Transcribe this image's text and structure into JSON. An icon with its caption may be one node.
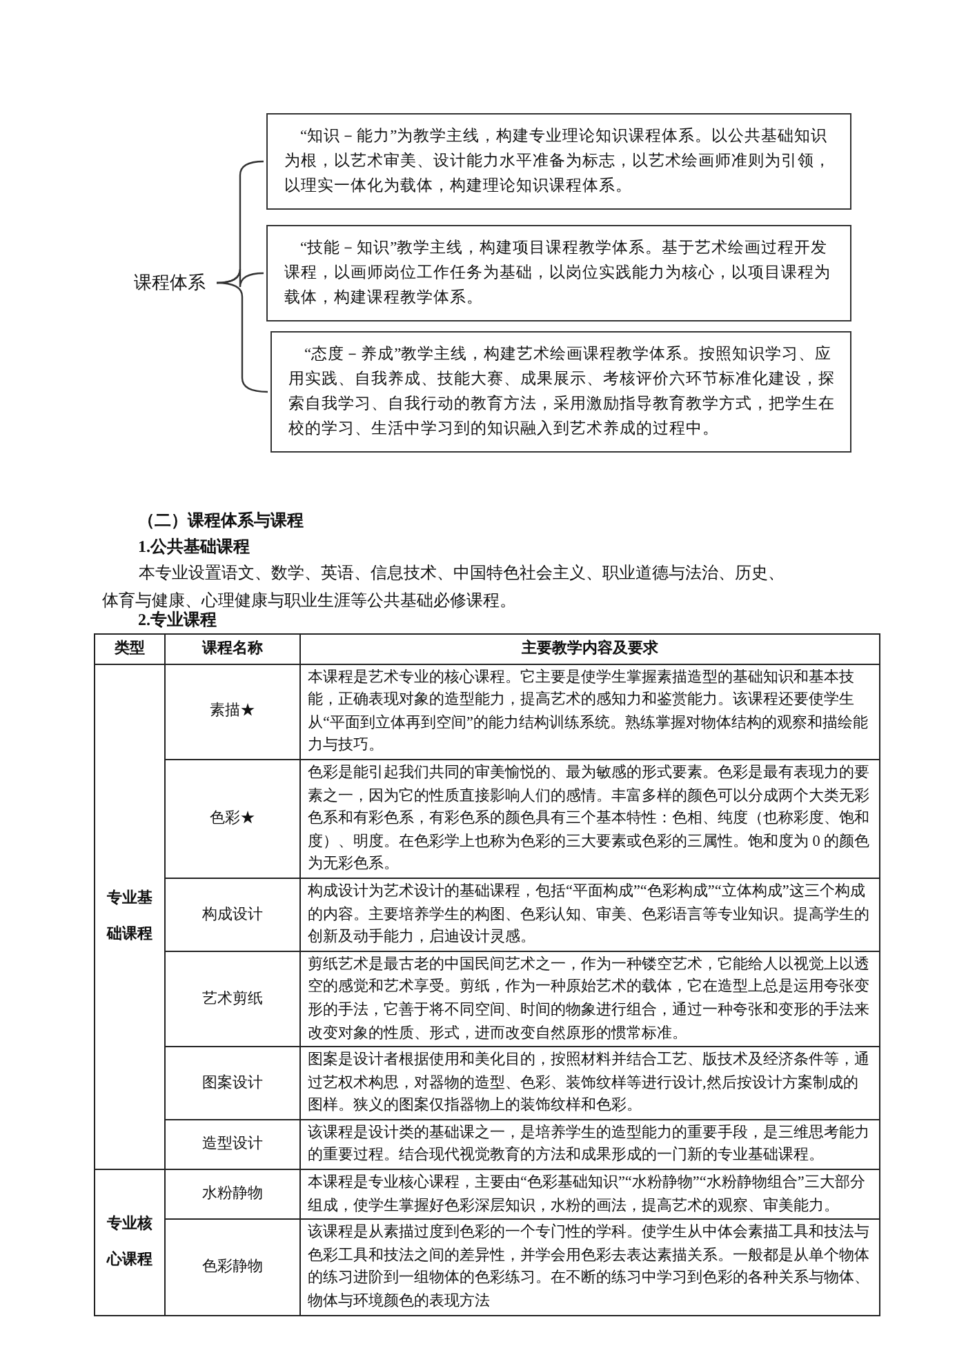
{
  "diagram": {
    "nodes": [
      {
        "text": [
          "课程体系"
        ]
      },
      {
        "text": [
          "“知识－能力”为教学主线，构建专业理论知识课程体系。以公共基础知识为根，以艺术审美、设计能力水平准备为标志，以艺术绘画师准则为引领，以理实一体化为载体，构建理论知识课程体系。"
        ]
      },
      {
        "text": [
          "“技能－知识”教学主线，构建项目课程教学体系。基于艺术绘画过程开发课程，以画师岗位工作任务为基础，以岗位实践能力为核心，以项目课程为载体，构建课程教学体系。"
        ]
      },
      {
        "text": [
          "“态度－养成”教学主线，构建艺术绘画课程教学体系。按照知识学习、应用实践、自我养成、技能大赛、成果展示、考核评价六环节标准化建设，探索自我学习、自我行动的教育方法，采用激励指导教育教学方式，把学生在校的学习、生活中学习到的知识融入到艺术养成的过程中。"
        ]
      }
    ],
    "edges": [
      {
        "from": 0,
        "to": 1,
        "arrow": "none"
      },
      {
        "from": 0,
        "to": 2,
        "arrow": "none"
      },
      {
        "from": 0,
        "to": 3,
        "arrow": "none"
      }
    ],
    "labels": [
      "（二）课程体系与课程",
      "1.公共基础课程",
      "本专业设置语文、数学、英语、信息技术、中国特色社会主义、职业道德与法治、历史、体育与健康、心理健康与职业生涯等公共基础必修课程。",
      "2.专业课程",
      "类型",
      "课程名称",
      "主要教学内容及要求",
      "专业基础课程",
      "素描★",
      "本课程是艺术专业的核心课程。它主要是使学生掌握素描造型的基础知识和基本技能，正确表现对象的造型能力，提高艺术的感知力和鉴赏能力。该课程还要使学生从“平面到立体再到空间”的能力结构训练系统。熟练掌握对物体结构的观察和描绘能力与技巧。",
      "色彩★",
      "色彩是能引起我们共同的审美愉悦的、最为敏感的形式要素。色彩是最有表现力的要素之一，因为它的性质直接影响人们的感情。丰富多样的颜色可以分成两个大类无彩色系和有彩色系，有彩色系的颜色具有三个基本特性：色相、纯度（也称彩度、饱和度）、明度。在色彩学上也称为色彩的三大要素或色彩的三属性。饱和度为 0 的颜色为无彩色系。",
      "构成设计",
      "构成设计为艺术设计的基础课程，包括“平面构成”“色彩构成”“立体构成”这三个构成的内容。主要培养学生的构图、色彩认知、审美、色彩语言等专业知识。提高学生的创新及动手能力，启迪设计灵感。",
      "艺术剪纸",
      "剪纸艺术是最古老的中国民间艺术之一，作为一种镂空艺术，它能给人以视觉上以透空的感觉和艺术享受。剪纸，作为一种原始艺术的载体，它在造型上总是运用夸张变形的手法，它善于将不同空间、时间的物象进行组合，通过一种夸张和变形的手法来改变对象的性质、形式，进而改变自然原形的惯常标准。",
      "图案设计",
      "图案是设计者根据使用和美化目的，按照材料并结合工艺、版技术及经济条件等，通过艺权术构思，对器物的造型、色彩、装饰纹样等进行设计,然后按设计方案制成的图样。狭义的图案仅指器物上的装饰纹样和色彩。",
      "造型设计",
      "该课程是设计类的基础课之一，是培养学生的造型能力的重要手段，是三维思考能力的重要过程。结合现代视觉教育的方法和成果形成的一门新的专业基础课程。",
      "专业核心课程",
      "水粉静物",
      "本课程是专业核心课程，主要由“色彩基础知识”“水粉静物”“水粉静物组合”三大部分组成，使学生掌握好色彩深层知识，水粉的画法，提高艺术的观察、审美能力。",
      "色彩静物",
      "该课程是从素描过度到色彩的一个专门性的学科。使学生从中体会素描工具和技法与色彩工具和技法之间的差异性，并学会用色彩去表达素描关系。一般都是从单个物体的练习进阶到一组物体的色彩练习。在不断的练习中学习到色彩的各种关系与物体、物体与环境颜色的表现方法"
    ]
  }
}
